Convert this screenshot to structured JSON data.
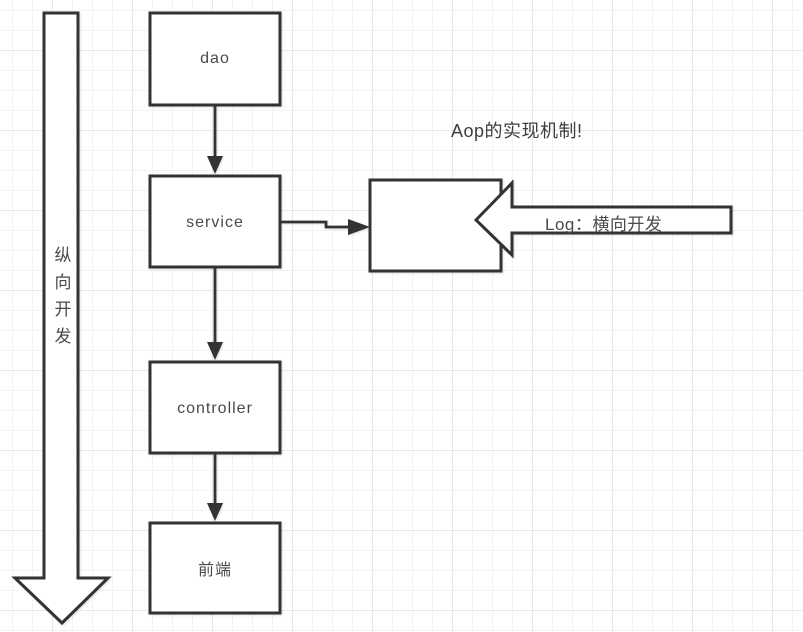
{
  "title": "Aop的实现机制!",
  "nodes": {
    "dao": "dao",
    "service": "service",
    "controller": "controller",
    "frontend": "前端",
    "aop_box": ""
  },
  "arrows": {
    "vertical_label": "纵向开发",
    "horizontal_label": "Log：横向开发"
  },
  "colors": {
    "stroke": "#333333",
    "text": "#4a4a4a",
    "fill": "#ffffff",
    "grid_minor": "#f3f3f4",
    "grid_major": "#e8e8ea",
    "background": "#ffffff"
  }
}
